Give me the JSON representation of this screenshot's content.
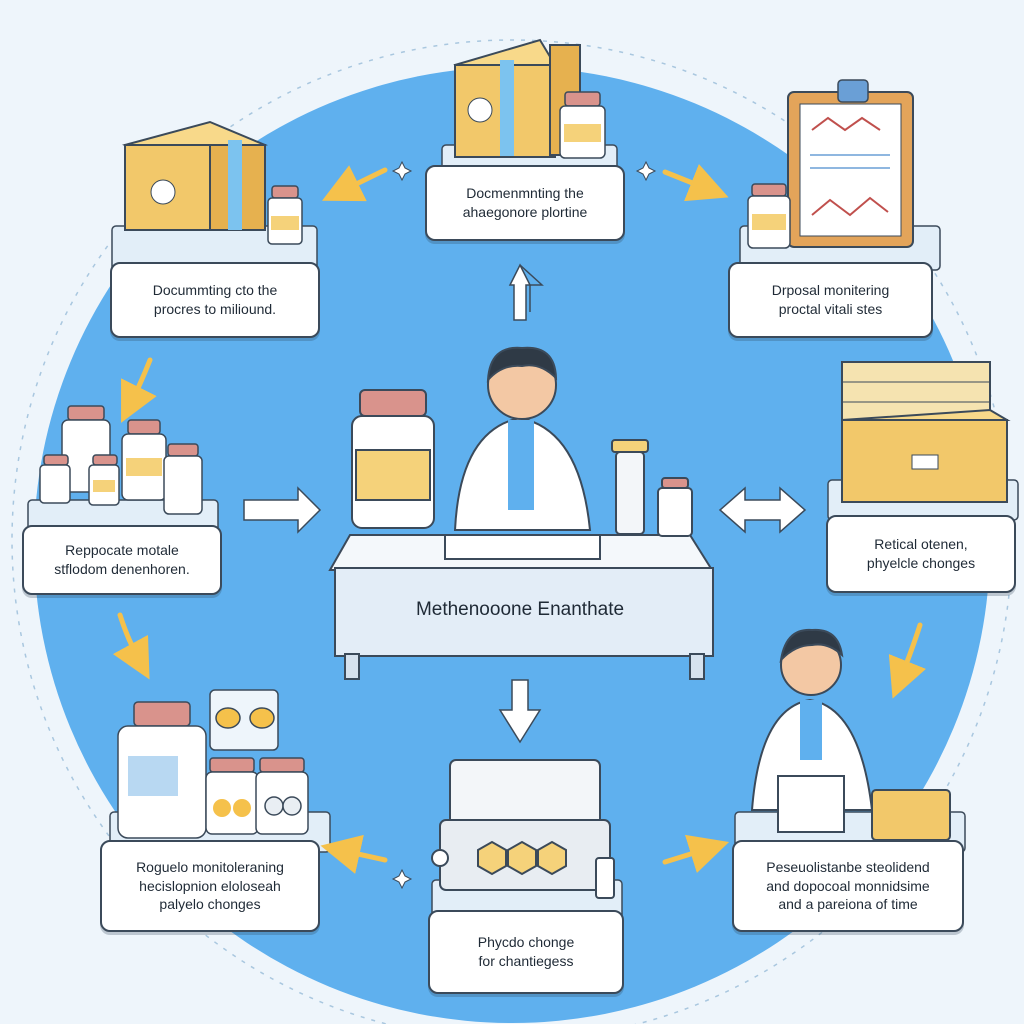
{
  "palette": {
    "background": "#eef5fb",
    "circle": "#5fb0ee",
    "accent": "#f5c14b",
    "box": "#f2c86a",
    "cap": "#d9938c"
  },
  "center": {
    "label": "Methenooone Enanthate"
  },
  "steps": [
    {
      "id": "top",
      "lines": [
        "Docmenmnting the",
        "ahaegonore plortine"
      ]
    },
    {
      "id": "top-left",
      "lines": [
        "Docummting cto the",
        "procres to miliound."
      ]
    },
    {
      "id": "top-right",
      "lines": [
        "Drposal monitering",
        "proctal vitali stes"
      ]
    },
    {
      "id": "left",
      "lines": [
        "Reppocate motale",
        "stflodom denenhoren."
      ]
    },
    {
      "id": "right",
      "lines": [
        "Retical otenen,",
        "phyelcle chonges"
      ]
    },
    {
      "id": "bottom-left",
      "lines": [
        "Roguelo monitoleraning",
        "hecislopnion eloloseah",
        "palyelo chonges"
      ]
    },
    {
      "id": "bottom",
      "lines": [
        "Phycdo chonge",
        "for chantiegess"
      ]
    },
    {
      "id": "bottom-right",
      "lines": [
        "Peseuolistanbe steolidend",
        "and dopocoal monnidsime",
        "and a pareiona of time"
      ]
    }
  ]
}
